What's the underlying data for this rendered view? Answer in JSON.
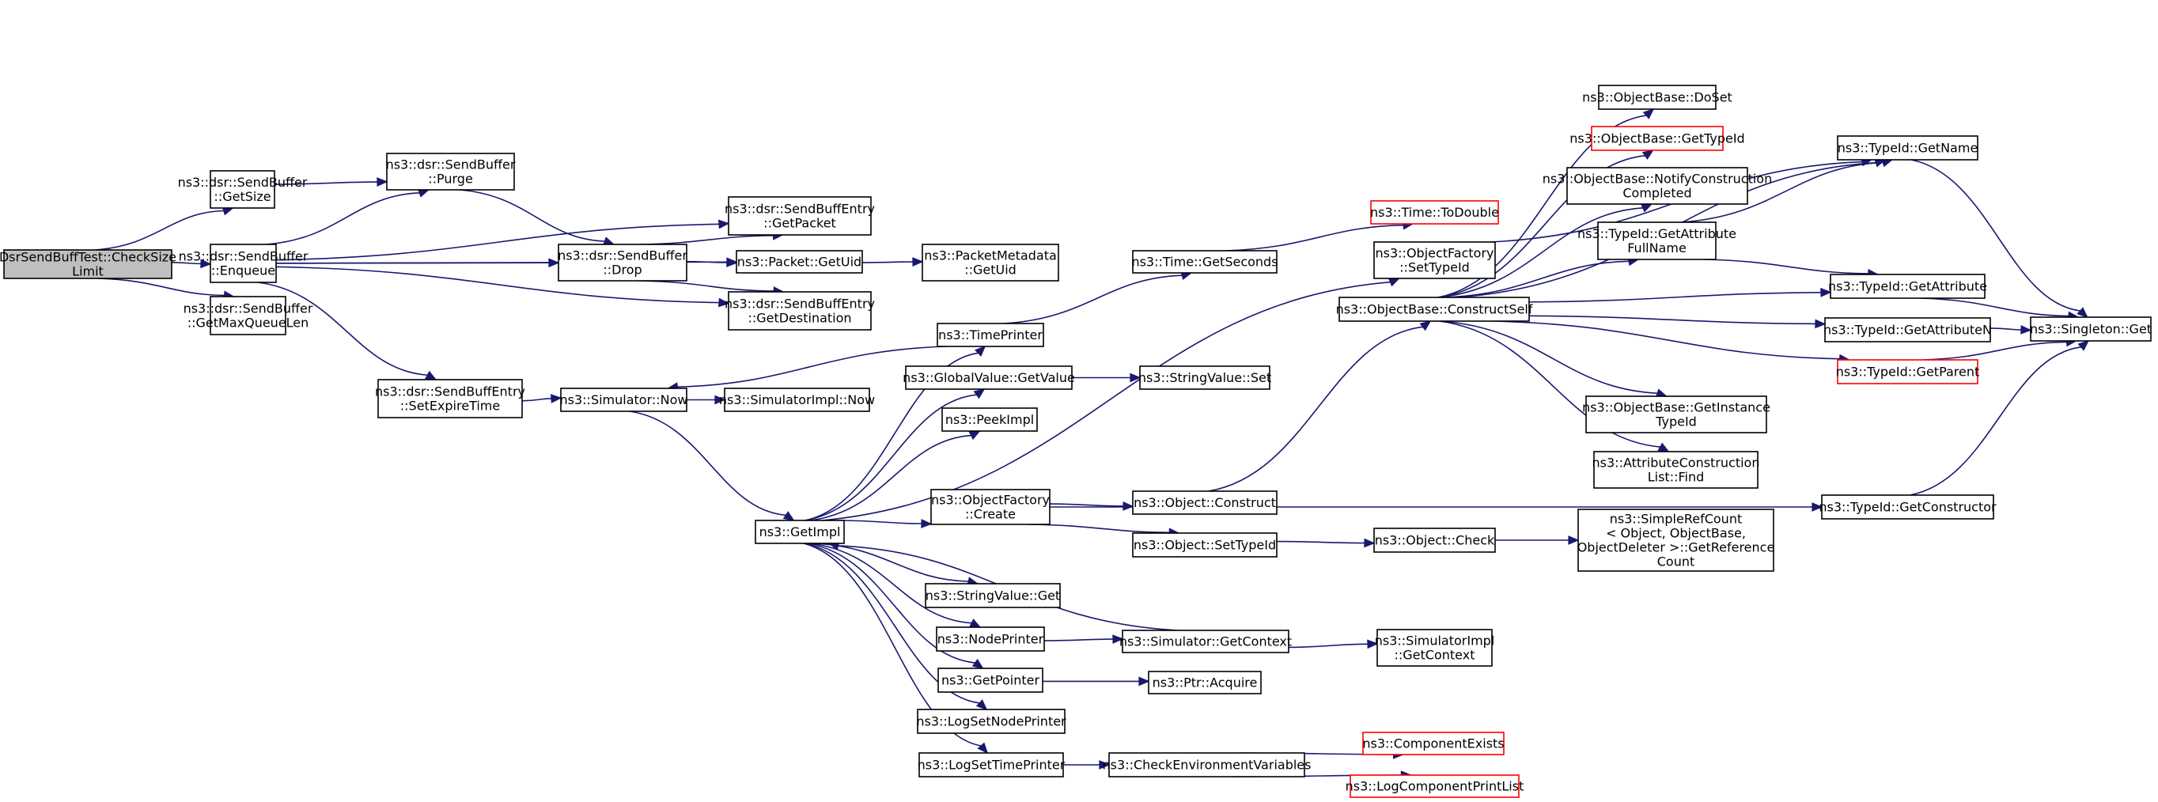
{
  "colors": {
    "edge": "#191970",
    "root_fill": "#bfbfbf",
    "truncated_border": "#ff0000",
    "node_border": "#000000"
  },
  "nodes": [
    {
      "id": "n_root",
      "lines": [
        "DsrSendBuffTest::CheckSize",
        "Limit"
      ],
      "root": true
    },
    {
      "id": "n_getsize",
      "lines": [
        "ns3::dsr::SendBuffer",
        "::GetSize"
      ]
    },
    {
      "id": "n_enqueue",
      "lines": [
        "ns3::dsr::SendBuffer",
        "::Enqueue"
      ]
    },
    {
      "id": "n_getmaxq",
      "lines": [
        "ns3::dsr::SendBuffer",
        "::GetMaxQueueLen"
      ]
    },
    {
      "id": "n_purge",
      "lines": [
        "ns3::dsr::SendBuffer",
        "::Purge"
      ]
    },
    {
      "id": "n_drop",
      "lines": [
        "ns3::dsr::SendBuffer",
        "::Drop"
      ]
    },
    {
      "id": "n_setexpire",
      "lines": [
        "ns3::dsr::SendBuffEntry",
        "::SetExpireTime"
      ]
    },
    {
      "id": "n_getpacket",
      "lines": [
        "ns3::dsr::SendBuffEntry",
        "::GetPacket"
      ]
    },
    {
      "id": "n_pktuid",
      "lines": [
        "ns3::Packet::GetUid"
      ]
    },
    {
      "id": "n_getdest",
      "lines": [
        "ns3::dsr::SendBuffEntry",
        "::GetDestination"
      ]
    },
    {
      "id": "n_pmuid",
      "lines": [
        "ns3::PacketMetadata",
        "::GetUid"
      ]
    },
    {
      "id": "n_simnow",
      "lines": [
        "ns3::Simulator::Now"
      ]
    },
    {
      "id": "n_simimplnow",
      "lines": [
        "ns3::SimulatorImpl::Now"
      ]
    },
    {
      "id": "n_getimpl",
      "lines": [
        "ns3::GetImpl"
      ]
    },
    {
      "id": "n_timeprinter",
      "lines": [
        "ns3::TimePrinter"
      ]
    },
    {
      "id": "n_globalvalue",
      "lines": [
        "ns3::GlobalValue::GetValue"
      ]
    },
    {
      "id": "n_peekimpl",
      "lines": [
        "ns3::PeekImpl"
      ]
    },
    {
      "id": "n_ofcreate",
      "lines": [
        "ns3::ObjectFactory",
        "::Create"
      ]
    },
    {
      "id": "n_svget",
      "lines": [
        "ns3::StringValue::Get"
      ]
    },
    {
      "id": "n_nodeprinter",
      "lines": [
        "ns3::NodePrinter"
      ]
    },
    {
      "id": "n_getpointer",
      "lines": [
        "ns3::GetPointer"
      ]
    },
    {
      "id": "n_logsetnode",
      "lines": [
        "ns3::LogSetNodePrinter"
      ]
    },
    {
      "id": "n_logsettime",
      "lines": [
        "ns3::LogSetTimePrinter"
      ]
    },
    {
      "id": "n_getseconds",
      "lines": [
        "ns3::Time::GetSeconds"
      ]
    },
    {
      "id": "n_svset",
      "lines": [
        "ns3::StringValue::Set"
      ]
    },
    {
      "id": "n_objconstruct",
      "lines": [
        "ns3::Object::Construct"
      ]
    },
    {
      "id": "n_objsettypeid",
      "lines": [
        "ns3::Object::SetTypeId"
      ]
    },
    {
      "id": "n_simgetctx",
      "lines": [
        "ns3::Simulator::GetContext"
      ]
    },
    {
      "id": "n_ptracquire",
      "lines": [
        "ns3::Ptr::Acquire"
      ]
    },
    {
      "id": "n_checkenv",
      "lines": [
        "ns3::CheckEnvironmentVariables"
      ]
    },
    {
      "id": "n_todouble",
      "lines": [
        "ns3::Time::ToDouble"
      ],
      "red": true
    },
    {
      "id": "n_ofsettypeid",
      "lines": [
        "ns3::ObjectFactory",
        "::SetTypeId"
      ]
    },
    {
      "id": "n_constructself",
      "lines": [
        "ns3::ObjectBase::ConstructSelf"
      ]
    },
    {
      "id": "n_objcheck",
      "lines": [
        "ns3::Object::Check"
      ]
    },
    {
      "id": "n_simimplctx",
      "lines": [
        "ns3::SimulatorImpl",
        "::GetContext"
      ]
    },
    {
      "id": "n_compexists",
      "lines": [
        "ns3::ComponentExists"
      ],
      "red": true
    },
    {
      "id": "n_logcomplist",
      "lines": [
        "ns3::LogComponentPrintList"
      ],
      "red": true
    },
    {
      "id": "n_doset",
      "lines": [
        "ns3::ObjectBase::DoSet"
      ]
    },
    {
      "id": "n_obgettypeid",
      "lines": [
        "ns3::ObjectBase::GetTypeId"
      ],
      "red": true
    },
    {
      "id": "n_notifyconstr",
      "lines": [
        "ns3::ObjectBase::NotifyConstruction",
        "Completed"
      ]
    },
    {
      "id": "n_getattrfull",
      "lines": [
        "ns3::TypeId::GetAttribute",
        "FullName"
      ]
    },
    {
      "id": "n_getinstance",
      "lines": [
        "ns3::ObjectBase::GetInstance",
        "TypeId"
      ]
    },
    {
      "id": "n_attrlistfind",
      "lines": [
        "ns3::AttributeConstruction",
        "List::Find"
      ]
    },
    {
      "id": "n_getrefcount",
      "lines": [
        "ns3::SimpleRefCount",
        "< Object, ObjectBase,",
        "ObjectDeleter >::GetReference",
        "Count"
      ]
    },
    {
      "id": "n_tidgetname",
      "lines": [
        "ns3::TypeId::GetName"
      ]
    },
    {
      "id": "n_tidgetattr",
      "lines": [
        "ns3::TypeId::GetAttribute"
      ]
    },
    {
      "id": "n_tidgetattrn",
      "lines": [
        "ns3::TypeId::GetAttributeN"
      ]
    },
    {
      "id": "n_tidgetparent",
      "lines": [
        "ns3::TypeId::GetParent"
      ],
      "red": true
    },
    {
      "id": "n_tidgetctor",
      "lines": [
        "ns3::TypeId::GetConstructor"
      ]
    },
    {
      "id": "n_singleton",
      "lines": [
        "ns3::Singleton::Get"
      ]
    }
  ],
  "edges": [
    [
      "n_root",
      "n_getsize"
    ],
    [
      "n_root",
      "n_enqueue"
    ],
    [
      "n_root",
      "n_getmaxq"
    ],
    [
      "n_getsize",
      "n_purge"
    ],
    [
      "n_enqueue",
      "n_purge"
    ],
    [
      "n_enqueue",
      "n_getpacket"
    ],
    [
      "n_enqueue",
      "n_drop"
    ],
    [
      "n_enqueue",
      "n_pktuid"
    ],
    [
      "n_enqueue",
      "n_getdest"
    ],
    [
      "n_enqueue",
      "n_setexpire"
    ],
    [
      "n_purge",
      "n_drop"
    ],
    [
      "n_drop",
      "n_getpacket"
    ],
    [
      "n_drop",
      "n_pktuid"
    ],
    [
      "n_drop",
      "n_getdest"
    ],
    [
      "n_pktuid",
      "n_pmuid"
    ],
    [
      "n_setexpire",
      "n_simnow"
    ],
    [
      "n_simnow",
      "n_simimplnow"
    ],
    [
      "n_simnow",
      "n_getimpl"
    ],
    [
      "n_timeprinter",
      "n_simnow"
    ],
    [
      "n_timeprinter",
      "n_getseconds"
    ],
    [
      "n_getseconds",
      "n_todouble"
    ],
    [
      "n_getimpl",
      "n_timeprinter"
    ],
    [
      "n_getimpl",
      "n_globalvalue"
    ],
    [
      "n_getimpl",
      "n_peekimpl"
    ],
    [
      "n_getimpl",
      "n_ofcreate"
    ],
    [
      "n_getimpl",
      "n_svget"
    ],
    [
      "n_getimpl",
      "n_nodeprinter"
    ],
    [
      "n_getimpl",
      "n_getpointer"
    ],
    [
      "n_getimpl",
      "n_logsetnode"
    ],
    [
      "n_getimpl",
      "n_logsettime"
    ],
    [
      "n_getimpl",
      "n_ofsettypeid"
    ],
    [
      "n_globalvalue",
      "n_svset"
    ],
    [
      "n_ofcreate",
      "n_objconstruct"
    ],
    [
      "n_ofcreate",
      "n_objsettypeid"
    ],
    [
      "n_ofcreate",
      "n_tidgetctor"
    ],
    [
      "n_nodeprinter",
      "n_simgetctx"
    ],
    [
      "n_simgetctx",
      "n_getimpl"
    ],
    [
      "n_simgetctx",
      "n_simimplctx"
    ],
    [
      "n_getpointer",
      "n_ptracquire"
    ],
    [
      "n_logsettime",
      "n_checkenv"
    ],
    [
      "n_checkenv",
      "n_compexists"
    ],
    [
      "n_checkenv",
      "n_logcomplist"
    ],
    [
      "n_objconstruct",
      "n_constructself"
    ],
    [
      "n_objsettypeid",
      "n_objcheck"
    ],
    [
      "n_objcheck",
      "n_getrefcount"
    ],
    [
      "n_ofsettypeid",
      "n_tidgetname"
    ],
    [
      "n_constructself",
      "n_doset"
    ],
    [
      "n_constructself",
      "n_obgettypeid"
    ],
    [
      "n_constructself",
      "n_notifyconstr"
    ],
    [
      "n_constructself",
      "n_getattrfull"
    ],
    [
      "n_constructself",
      "n_getinstance"
    ],
    [
      "n_constructself",
      "n_attrlistfind"
    ],
    [
      "n_constructself",
      "n_tidgetname"
    ],
    [
      "n_constructself",
      "n_tidgetattr"
    ],
    [
      "n_constructself",
      "n_tidgetattrn"
    ],
    [
      "n_constructself",
      "n_tidgetparent"
    ],
    [
      "n_getattrfull",
      "n_tidgetname"
    ],
    [
      "n_getattrfull",
      "n_tidgetattr"
    ],
    [
      "n_tidgetname",
      "n_singleton"
    ],
    [
      "n_tidgetattr",
      "n_singleton"
    ],
    [
      "n_tidgetattrn",
      "n_singleton"
    ],
    [
      "n_tidgetparent",
      "n_singleton"
    ],
    [
      "n_tidgetctor",
      "n_singleton"
    ]
  ]
}
